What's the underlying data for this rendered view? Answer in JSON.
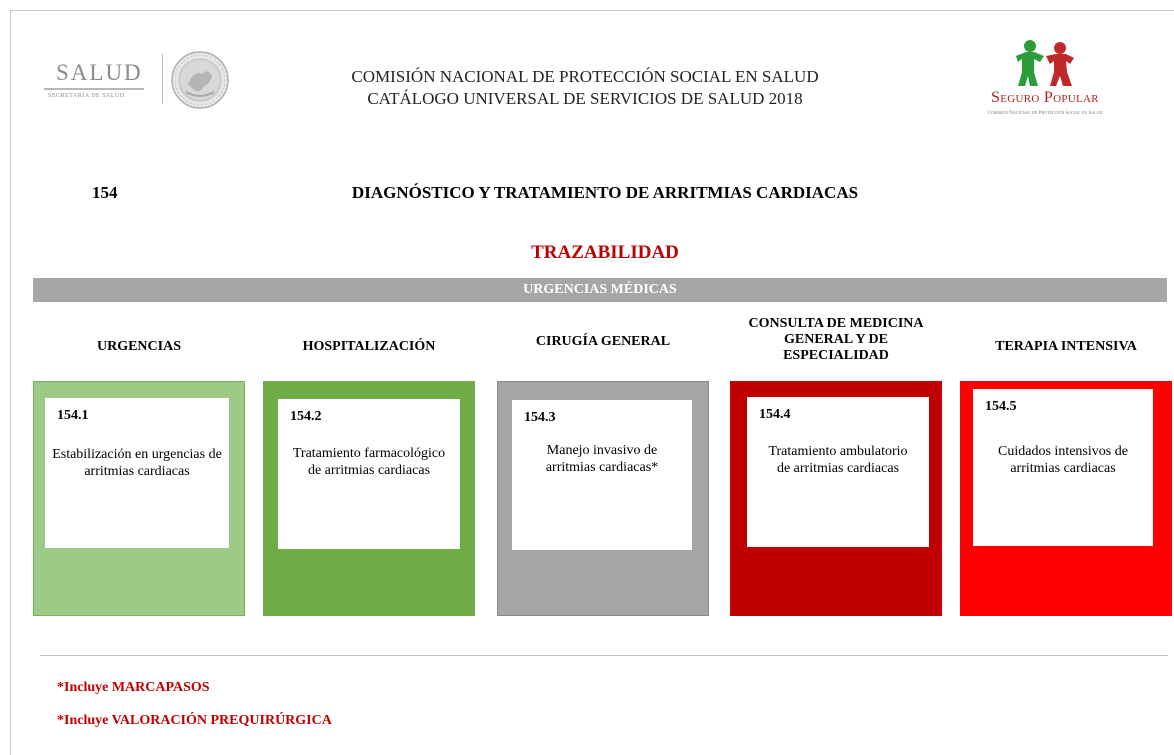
{
  "header": {
    "salud_logo_text": "SALUD",
    "salud_logo_subtext": "SECRETARÍA DE SALUD",
    "title_line1": "COMISIÓN NACIONAL DE PROTECCIÓN SOCIAL EN SALUD",
    "title_line2": "CATÁLOGO UNIVERSAL DE SERVICIOS DE SALUD 2018",
    "seguro_logo_text": "Seguro Popular",
    "seguro_logo_subtext": "Comisión Nacional de Protección Social en Salud"
  },
  "intervention": {
    "code": "154",
    "title": "DIAGNÓSTICO Y TRATAMIENTO DE ARRITMIAS CARDIACAS"
  },
  "section_title": "TRAZABILIDAD",
  "banner": "URGENCIAS MÉDICAS",
  "columns": [
    {
      "title": "URGENCIAS",
      "code": "154.1",
      "text": "Estabilización en urgencias de arritmias cardiacas",
      "color": "#9dcb85"
    },
    {
      "title": "HOSPITALIZACIÓN",
      "code": "154.2",
      "text": "Tratamiento farmacológico de arritmias cardiacas",
      "color": "#6fac46"
    },
    {
      "title": "CIRUGÍA GENERAL",
      "code": "154.3",
      "text": "Manejo invasivo de arritmias cardiacas*",
      "color": "#a5a5a5"
    },
    {
      "title": "CONSULTA DE MEDICINA GENERAL Y DE ESPECIALIDAD",
      "code": "154.4",
      "text": "Tratamiento ambulatorio de arritmias cardiacas",
      "color": "#c00000"
    },
    {
      "title": "TERAPIA INTENSIVA",
      "code": "154.5",
      "text": "Cuidados intensivos de arritmias cardiacas",
      "color": "#ff0000"
    }
  ],
  "notes": [
    "*Incluye MARCAPASOS",
    "*Incluye VALORACIÓN PREQUIRÚRGICA"
  ],
  "colors": {
    "accent_red": "#c00000",
    "banner_gray": "#a6a6a6"
  },
  "icons": {
    "salud_logo": "salud-logo-icon",
    "seal": "mexican-seal-icon",
    "seguro_popular": "seguro-popular-icon"
  }
}
